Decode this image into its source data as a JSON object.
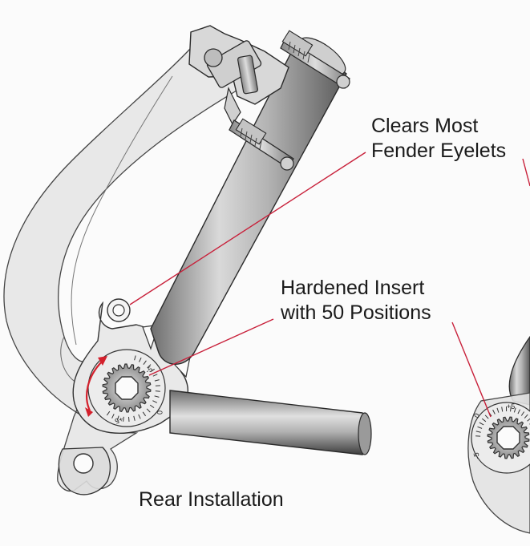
{
  "labels": {
    "eyelets_line1": "Clears Most",
    "eyelets_line2": "Fender Eyelets",
    "insert_line1": "Hardened Insert",
    "insert_line2": "with 50 Positions",
    "rear": "Rear Installation"
  },
  "dial_marks": {
    "main": [
      "-5",
      "0",
      "+5"
    ],
    "right": [
      "+5",
      "0",
      "-5"
    ]
  },
  "colors": {
    "callout_line": "#c8203a",
    "rotate_arrow": "#d4202c",
    "outline": "#2a2a2a",
    "translucent_frame": "#e6e6e6"
  }
}
